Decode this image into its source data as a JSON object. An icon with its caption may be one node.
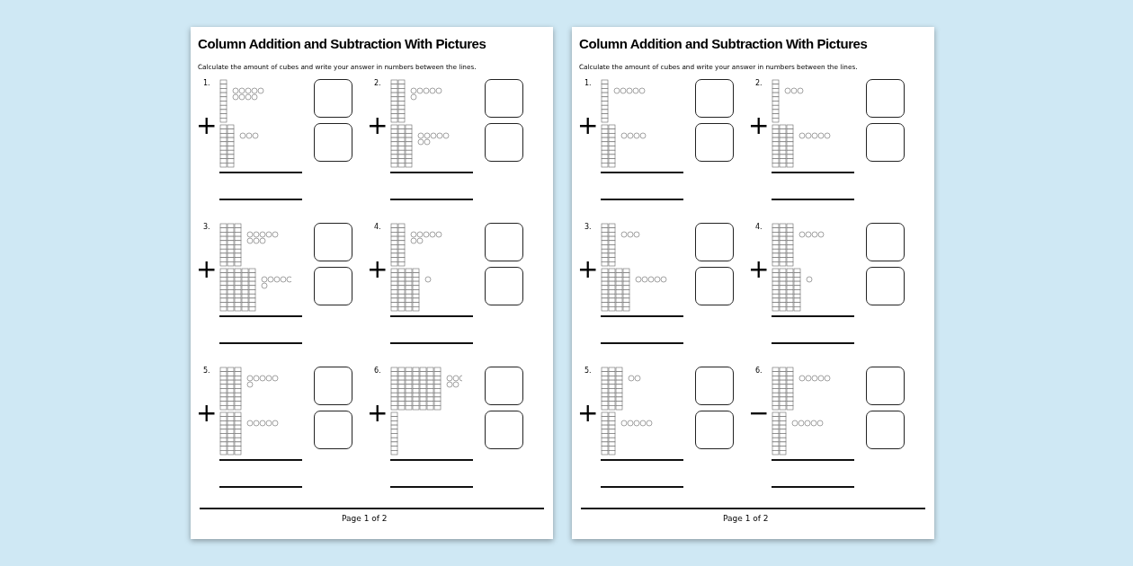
{
  "diagram": {
    "labels": [
      "Column Addition and Subtraction With Pictures",
      "Calculate the amount of cubes and write your answer in numbers between the lines.",
      "1.",
      "+",
      "2.",
      "+",
      "3.",
      "+",
      "4.",
      "+",
      "5.",
      "+",
      "6.",
      "+",
      "Page 1 of 2",
      "Column Addition and Subtraction With Pictures",
      "Calculate the amount of cubes and write your answer in numbers between the lines.",
      "1.",
      "+",
      "2.",
      "+",
      "3.",
      "+",
      "4.",
      "+",
      "5.",
      "+",
      "6.",
      "−",
      "Page 1 of 2"
    ]
  }
}
